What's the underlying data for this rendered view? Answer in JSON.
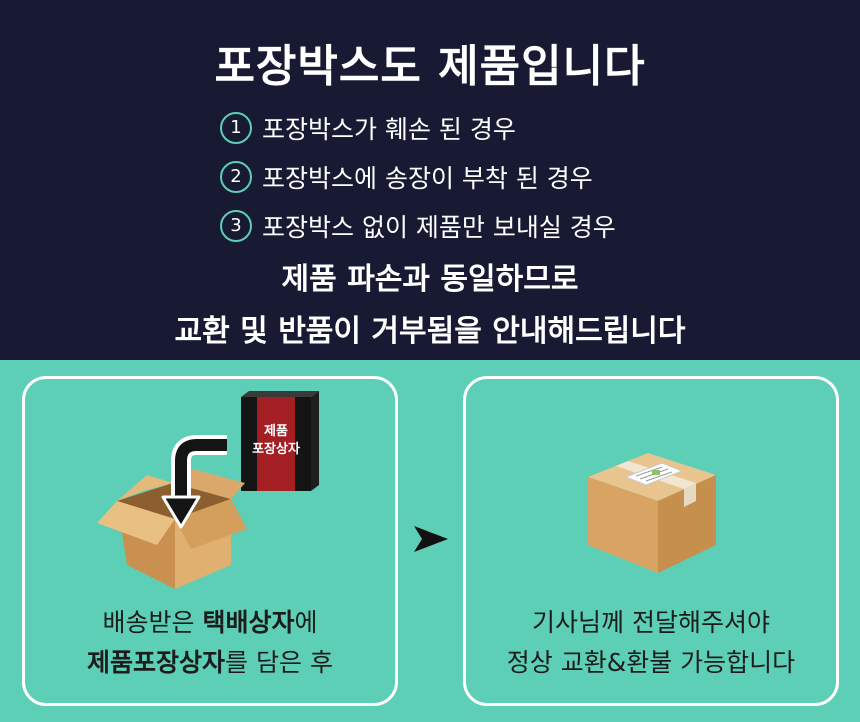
{
  "header": {
    "title": "포장박스도 제품입니다",
    "cases": [
      {
        "num": "1",
        "text": "포장박스가 훼손 된 경우"
      },
      {
        "num": "2",
        "text": "포장박스에 송장이 부착 된 경우"
      },
      {
        "num": "3",
        "text": "포장박스 없이 제품만 보내실 경우"
      }
    ],
    "notice_line1": "제품 파손과 동일하므로",
    "notice_line2": "교환 및 반품이 거부됨을 안내해드립니다"
  },
  "left_card": {
    "product_box_label_1": "제품",
    "product_box_label_2": "포장상자",
    "caption_1a": "배송받은 ",
    "caption_1b": "택배상자",
    "caption_1c": "에",
    "caption_2a": "제품포장상자",
    "caption_2b": "를 담은 후"
  },
  "right_card": {
    "caption_1": "기사님께 전달해주셔야",
    "caption_2": "정상 교환&환불 가능합니다"
  },
  "colors": {
    "header_bg": "#181a33",
    "body_bg": "#5ccfb6",
    "accent": "#5ccfb6",
    "box_brown": "#d8a86a",
    "product_red": "#a31f24"
  }
}
